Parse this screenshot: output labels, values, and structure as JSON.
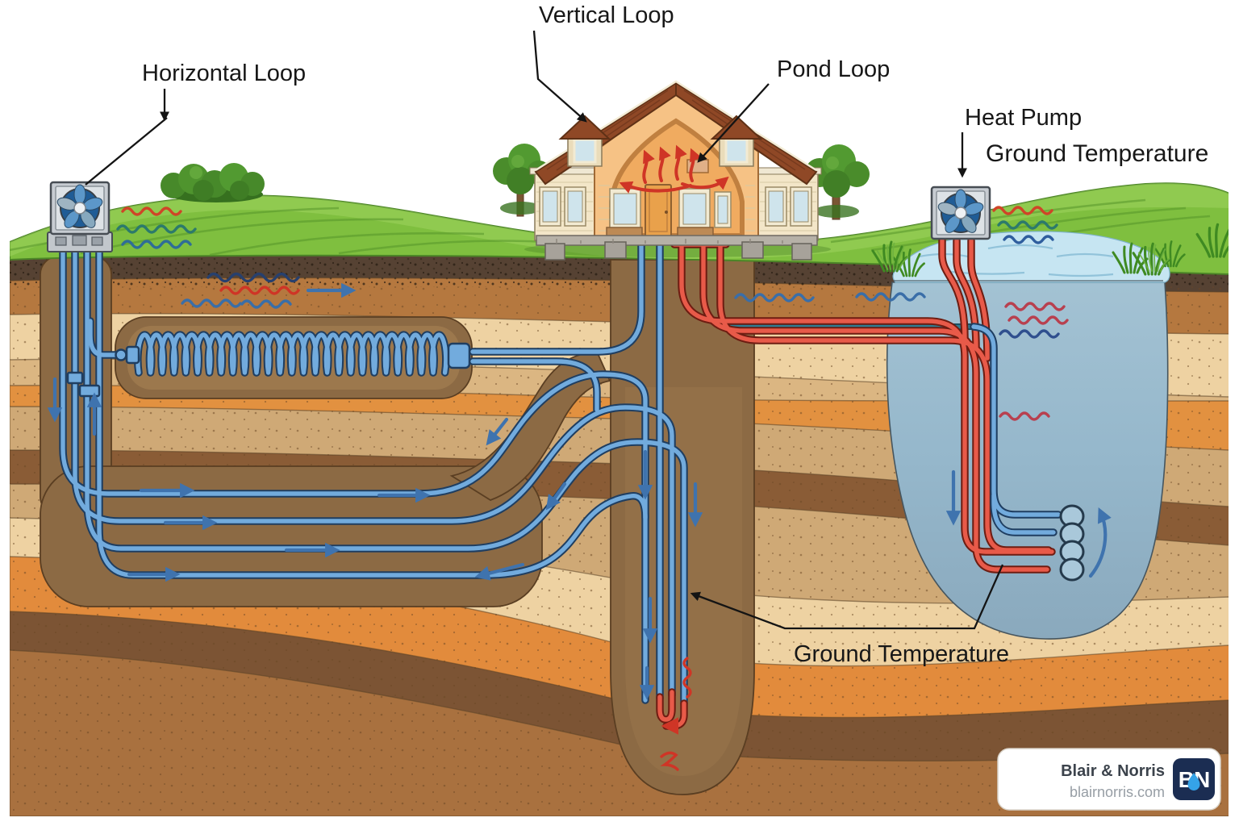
{
  "diagram": {
    "title_context": "Geothermal ground-source heat pump loop types",
    "labels": {
      "horizontal_loop": "Horizontal Loop",
      "vertical_loop": "Vertical Loop",
      "pond_loop": "Pond Loop",
      "heat_pump": "Heat Pump",
      "ground_temperature_top": "Ground Temperature",
      "ground_temperature_bottom": "Ground Temperature"
    },
    "colors": {
      "cold_pipe": "#72abdd",
      "warm_pipe": "#e85a49",
      "grass": "#7fbf3f",
      "pond_water": "#9dc3d8",
      "soil_cream": "#eed2a2",
      "soil_orange": "#e28b3c",
      "soil_dark": "#8a5c36",
      "label_text": "#171717"
    }
  },
  "watermark": {
    "brand": "Blair & Norris",
    "website": "blairnorris.com",
    "logo_text": "BN",
    "logo_bg": "#1b2d52"
  }
}
